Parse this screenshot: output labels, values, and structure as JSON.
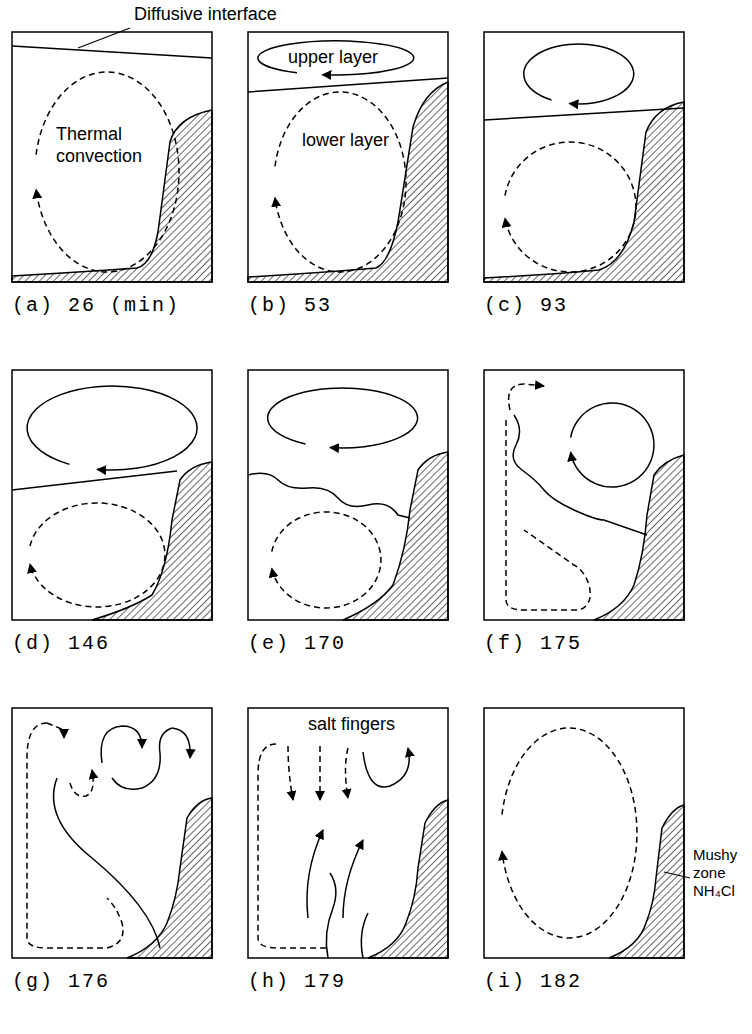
{
  "diagram": {
    "nodes": [
      {
        "text": [
          "(a) 26 (min)",
          "Thermal convection"
        ]
      },
      {
        "text": [
          "(b) 53",
          "upper layer",
          "lower layer"
        ]
      },
      {
        "text": [
          "(c) 93"
        ]
      },
      {
        "text": [
          "(d) 146"
        ]
      },
      {
        "text": [
          "(e) 170"
        ]
      },
      {
        "text": [
          "(f) 175"
        ]
      },
      {
        "text": [
          "(g) 176"
        ]
      },
      {
        "text": [
          "(h) 179",
          "salt fingers"
        ]
      },
      {
        "text": [
          "(i) 182"
        ]
      }
    ],
    "labels": [
      "Diffusive interface",
      "Mushy zone NH₄Cl"
    ]
  }
}
